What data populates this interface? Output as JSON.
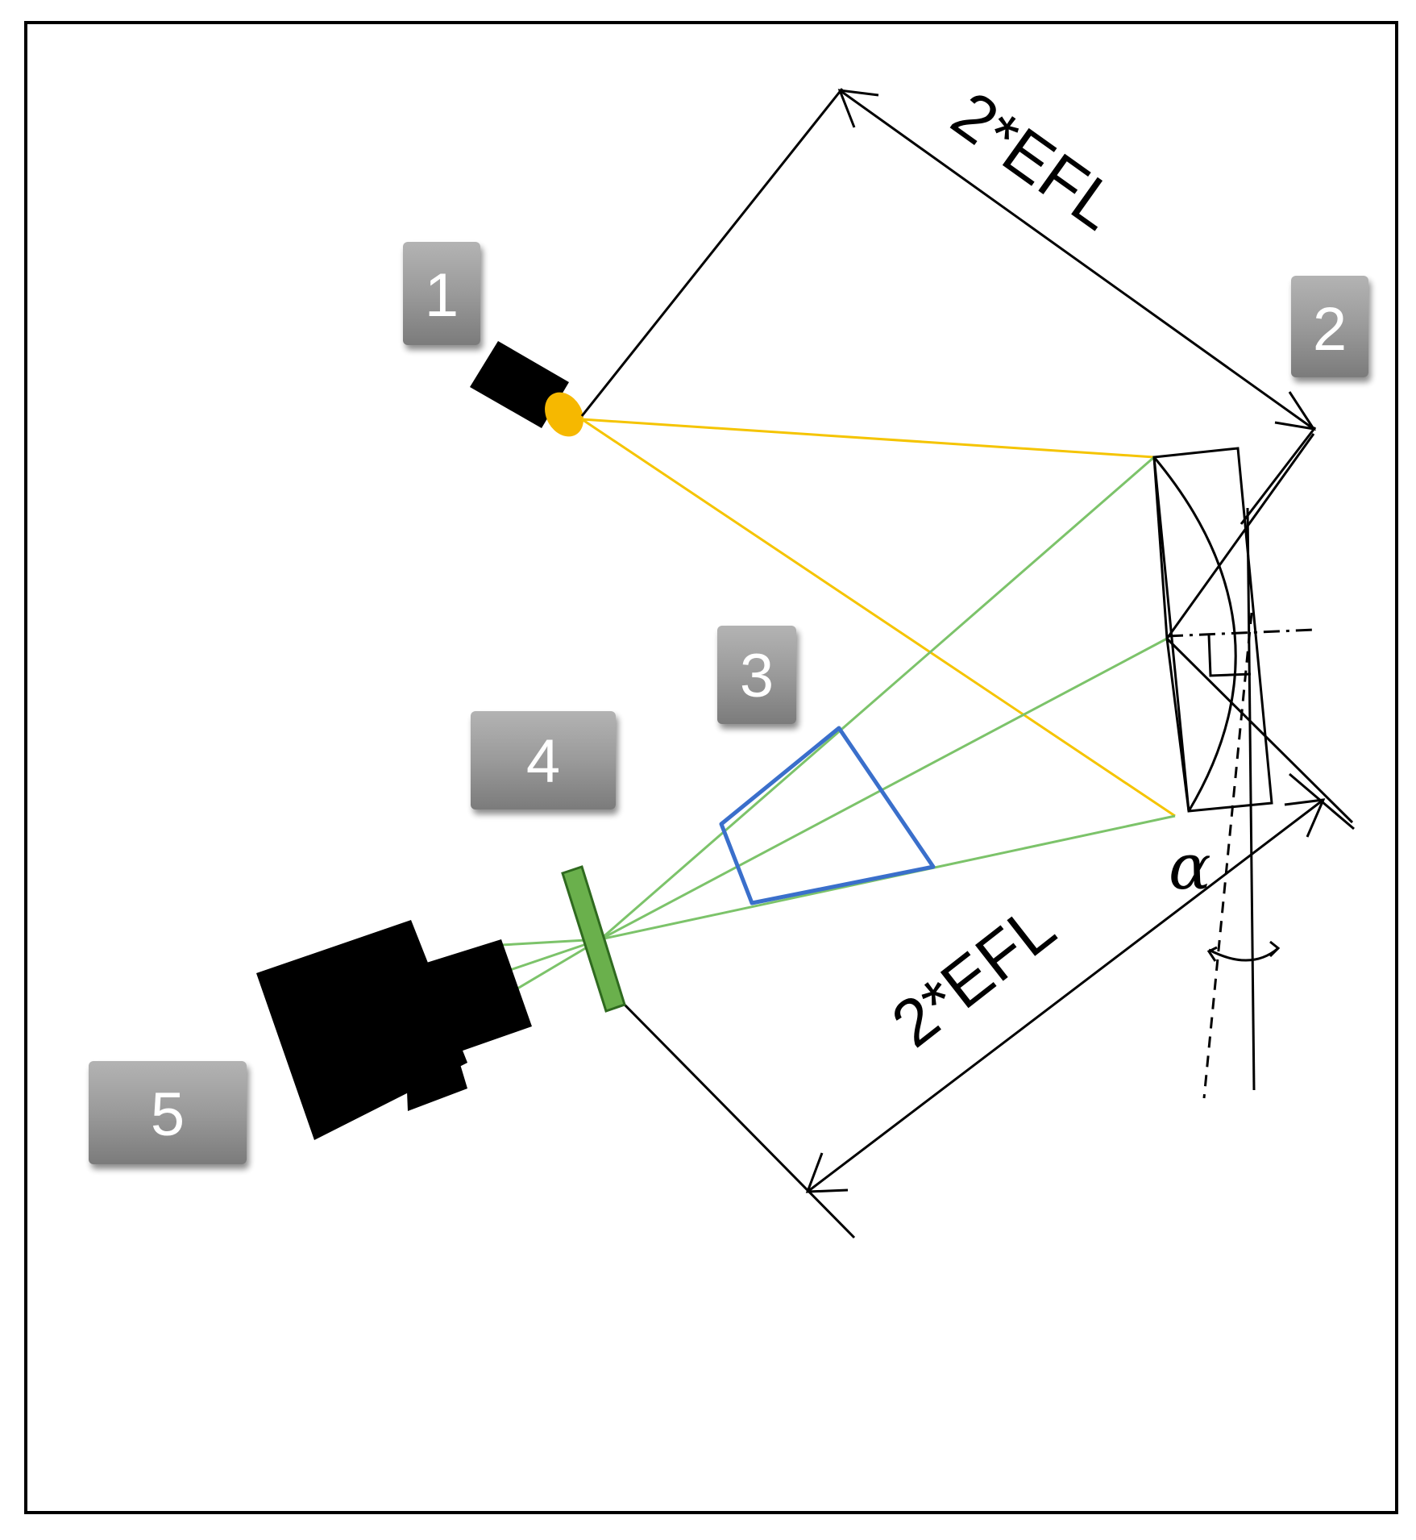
{
  "diagram": {
    "labels": [
      "1",
      "2",
      "3",
      "4",
      "5"
    ],
    "dimension_top": "2*EFL",
    "dimension_bottom": "2*EFL",
    "angle_symbol": "α"
  },
  "colors": {
    "frame": "#000000",
    "source_rays": "#f5c400",
    "source_light": "#f6b800",
    "camera_rays": "#7cc36a",
    "filter": "#6ab04c",
    "filter_edge": "#2f6a1f",
    "prism_outline": "#3a6fcb",
    "badge_fill": "#9a9a9a",
    "badge_text": "#ffffff",
    "device_fill": "#000000"
  }
}
